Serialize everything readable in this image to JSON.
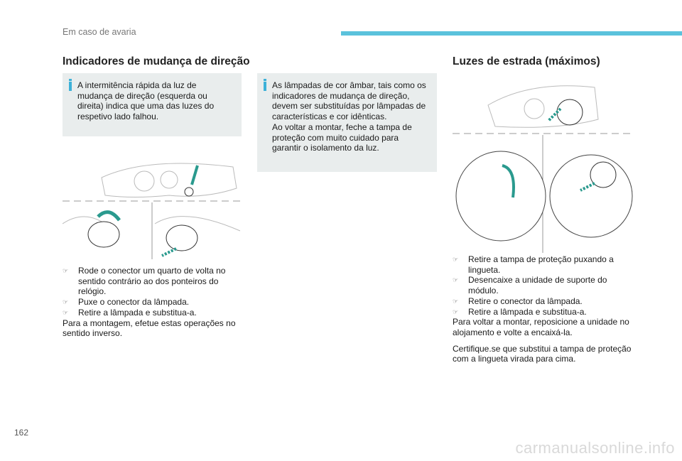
{
  "header": {
    "section": "Em caso de avaria",
    "accent": "#5bc2dc"
  },
  "left": {
    "title": "Indicadores de mudança de direção",
    "info": "A intermitência rápida da luz de mudança de direção (esquerda ou direita) indica que uma das luzes do respetivo lado falhou.",
    "steps": [
      "Rode o conector um quarto de volta no sentido contrário ao dos ponteiros do relógio.",
      "Puxe o conector da lâmpada.",
      "Retire a lâmpada e substitua-a."
    ],
    "note": "Para a montagem, efetue estas operações no sentido inverso."
  },
  "middle": {
    "info1": "As lâmpadas de cor âmbar, tais como os indicadores de mudança de direção, devem ser substituídas por lâmpadas de características e cor idênticas.",
    "info2": "Ao voltar a montar, feche a tampa de proteção com muito cuidado para garantir o isolamento da luz."
  },
  "right": {
    "title": "Luzes de estrada (máximos)",
    "steps": [
      "Retire a tampa de proteção puxando a lingueta.",
      "Desencaixe a unidade de suporte do módulo.",
      "Retire o conector da lâmpada.",
      "Retire a lâmpada e substitua-a."
    ],
    "note1": "Para voltar a montar, reposicione a unidade no alojamento e volte a encaixá-la.",
    "note2": "Certifique.se que substitui a tampa de proteção com a lingueta virada para cima."
  },
  "footer": {
    "page": "162",
    "watermark": "carmanualsonline.info"
  }
}
